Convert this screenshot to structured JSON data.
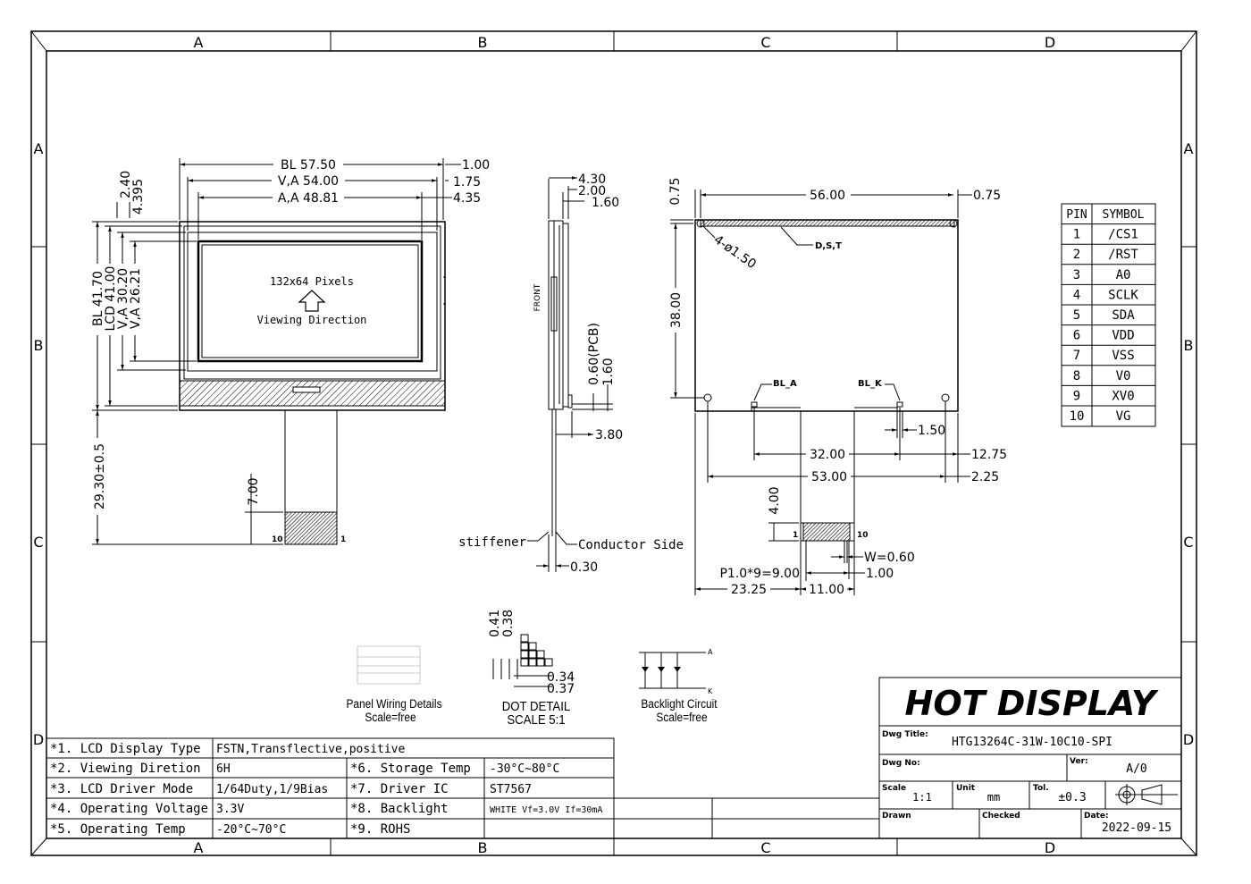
{
  "frame": {
    "columns": [
      "A",
      "B",
      "C",
      "D"
    ],
    "rows": [
      "A",
      "B",
      "C",
      "D"
    ]
  },
  "front_view": {
    "dims": {
      "bl_width": "BL 57.50",
      "va_width": "V,A 54.00",
      "aa_width": "A,A 48.81",
      "right_1": "1.00",
      "right_2": "1.75",
      "right_3": "4.35",
      "top_1": "2.40",
      "top_2": "4.395",
      "bl_height": "BL 41.70",
      "lcd_height": "LCD 41.00",
      "va_height": "V,A 30.20",
      "aa_height": "V,A 26.21",
      "fpc_length": "29.30±0.5",
      "fpc_tail": "7.00"
    },
    "screen_text": "132x64 Pixels",
    "viewing_label": "Viewing Direction",
    "fpc_pin_left": "10",
    "fpc_pin_right": "1"
  },
  "side_view": {
    "dims": {
      "d1": "4.30",
      "d2": "2.00",
      "d3": "1.60",
      "pcb": "0.60(PCB)",
      "d4": "1.60",
      "d5": "3.80",
      "d6": "0.30"
    },
    "front_label": "FRONT",
    "stiffener_label": "stiffener",
    "conductor_label": "Conductor Side"
  },
  "back_view": {
    "dims": {
      "top_width": "56.00",
      "top_right": "0.75",
      "top_left": "0.75",
      "height": "38.00",
      "holes": "4-ø1.50",
      "dst": "D,S,T",
      "bl_a": "BL_A",
      "bl_k": "BL_K",
      "pad_1": "1.50",
      "w32": "32.00",
      "r1275": "12.75",
      "w53": "53.00",
      "r225": "2.25",
      "fpc4": "4.00",
      "pin1": "1",
      "pin10": "10",
      "pitch": "P1.0*9=9.00",
      "w": "W=0.60",
      "r100": "1.00",
      "left2325": "23.25",
      "w1100": "11.00"
    }
  },
  "pin_table": {
    "headers": [
      "PIN",
      "SYMBOL"
    ],
    "rows": [
      [
        "1",
        "/CS1"
      ],
      [
        "2",
        "/RST"
      ],
      [
        "3",
        "A0"
      ],
      [
        "4",
        "SCLK"
      ],
      [
        "5",
        "SDA"
      ],
      [
        "6",
        "VDD"
      ],
      [
        "7",
        "VSS"
      ],
      [
        "8",
        "V0"
      ],
      [
        "9",
        "XV0"
      ],
      [
        "10",
        "VG"
      ]
    ]
  },
  "details": {
    "panel_wiring_title": "Panel Wiring Details",
    "panel_wiring_scale": "Scale=free",
    "dot_dims": [
      "0.41",
      "0.38",
      "0.34",
      "0.37"
    ],
    "dot_title": "DOT DETAIL",
    "dot_scale": "SCALE 5:1",
    "backlight_a": "A",
    "backlight_k": "K",
    "backlight_title": "Backlight Circuit",
    "backlight_scale": "Scale=free"
  },
  "spec_table": {
    "rows": [
      {
        "label": "*1. LCD Display Type",
        "value": "FSTN,Transflective,positive",
        "label2": "",
        "value2": ""
      },
      {
        "label": "*2. Viewing Diretion",
        "value": "6H",
        "label2": "*6. Storage Temp",
        "value2": "-30°C~80°C"
      },
      {
        "label": "*3. LCD Driver Mode",
        "value": "1/64Duty,1/9Bias",
        "label2": "*7. Driver IC",
        "value2": "ST7567"
      },
      {
        "label": "*4. Operating Voltage",
        "value": "3.3V",
        "label2": "*8. Backlight",
        "value2": "WHITE Vf=3.0V If=30mA"
      },
      {
        "label": "*5. Operating Temp",
        "value": "-20°C~70°C",
        "label2": "*9. ROHS",
        "value2": ""
      }
    ]
  },
  "title_block": {
    "company": "HOT DISPLAY",
    "dwg_title_label": "Dwg Title:",
    "dwg_title": "HTG13264C-31W-10C10-SPI",
    "dwg_no_label": "Dwg No:",
    "ver_label": "Ver:",
    "ver": "A/0",
    "scale_label": "Scale",
    "scale": "1:1",
    "unit_label": "Unit",
    "unit": "mm",
    "tol_label": "Tol.",
    "tol": "±0.3",
    "drawn_label": "Drawn",
    "checked_label": "Checked",
    "date_label": "Date:",
    "date": "2022-09-15"
  }
}
